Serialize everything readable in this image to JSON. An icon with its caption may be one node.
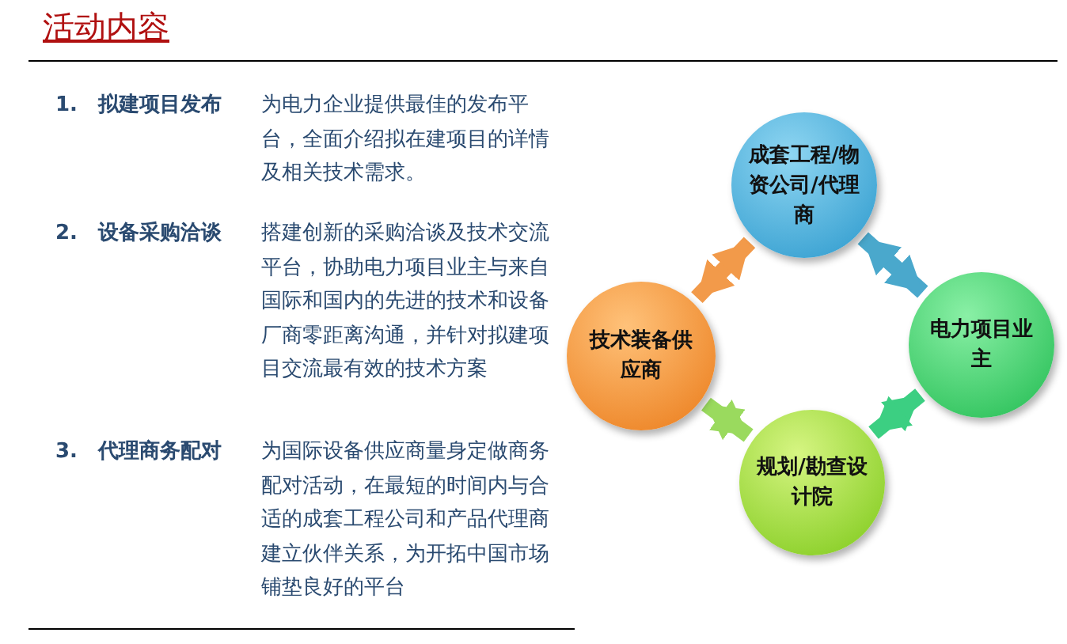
{
  "diagram": {
    "title": "活动内容",
    "nodes": [
      {
        "text": [
          "成套工程/物资公司/代理商"
        ]
      },
      {
        "text": [
          "技术装备供应商"
        ]
      },
      {
        "text": [
          "电力项目业主"
        ]
      },
      {
        "text": [
          "规划/勘查设计院"
        ]
      }
    ],
    "edges": [
      {
        "from": 1,
        "to": 0,
        "arrow": "both",
        "color": "#f29a4a"
      },
      {
        "from": 0,
        "to": 2,
        "arrow": "both",
        "color": "#4aa8cc"
      },
      {
        "from": 2,
        "to": 3,
        "arrow": "both",
        "color": "#3ccf82"
      },
      {
        "from": 3,
        "to": 1,
        "arrow": "both",
        "color": "#9ada5e"
      }
    ],
    "labels": [
      "1.",
      "拟建项目发布",
      "为电力企业提供最佳的发布平台，全面介绍拟在建项目的详情及相关技术需求。",
      "2.",
      "设备采购洽谈",
      "搭建创新的采购洽谈及技术交流平台，协助电力项目业主与来自国际和国内的先进的技术和设备厂商零距离沟通，并针对拟建项目交流最有效的技术方案",
      "3.",
      "代理商务配对",
      "为国际设备供应商量身定做商务配对活动，在最短的时间内与合适的成套工程公司和产品代理商建立伙伴关系，为开拓中国市场铺垫良好的平台"
    ]
  }
}
